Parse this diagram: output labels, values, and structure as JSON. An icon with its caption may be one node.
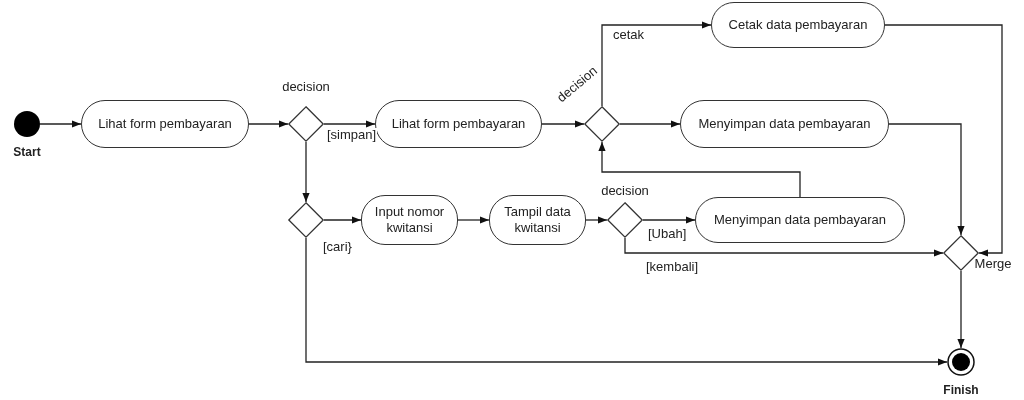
{
  "diagram": {
    "nodes": [
      {
        "text": [],
        "shape": "circle",
        "beside": [
          "Start"
        ]
      },
      {
        "text": [
          "Lihat form pembayaran"
        ]
      },
      {
        "text": [],
        "shape": "diamond",
        "beside": [
          "decision"
        ]
      },
      {
        "text": [
          "Lihat form pembayaran"
        ]
      },
      {
        "text": [],
        "shape": "diamond",
        "beside": [
          "decision"
        ]
      },
      {
        "text": [
          "Cetak data pembayaran"
        ]
      },
      {
        "text": [
          "Menyimpan data pembayaran"
        ]
      },
      {
        "text": [],
        "shape": "diamond"
      },
      {
        "text": [
          "Input nomor kwitansi"
        ]
      },
      {
        "text": [
          "Tampil data kwitansi"
        ]
      },
      {
        "text": [],
        "shape": "diamond",
        "beside": [
          "decision"
        ]
      },
      {
        "text": [
          "Menyimpan data pembayaran"
        ]
      },
      {
        "text": [],
        "shape": "diamond",
        "beside": [
          "Merge"
        ]
      },
      {
        "text": [],
        "shape": "circle",
        "beside": [
          "Finish"
        ]
      }
    ],
    "edges": [
      {
        "from": 0,
        "to": 1,
        "arrow": "to"
      },
      {
        "from": 1,
        "to": 2,
        "arrow": "to"
      },
      {
        "from": 2,
        "to": 3,
        "arrow": "to",
        "label": "[simpan]"
      },
      {
        "from": 2,
        "to": 7,
        "arrow": "to"
      },
      {
        "from": 3,
        "to": 4,
        "arrow": "to"
      },
      {
        "from": 4,
        "to": 5,
        "arrow": "to",
        "label": "cetak"
      },
      {
        "from": 4,
        "to": 6,
        "arrow": "to"
      },
      {
        "from": 7,
        "to": 8,
        "arrow": "to",
        "label": "[cari}"
      },
      {
        "from": 8,
        "to": 9,
        "arrow": "to"
      },
      {
        "from": 9,
        "to": 10,
        "arrow": "to"
      },
      {
        "from": 10,
        "to": 11,
        "arrow": "to",
        "label": "[Ubah]"
      },
      {
        "from": 10,
        "to": 12,
        "arrow": "to",
        "label": "[kembali]"
      },
      {
        "from": 11,
        "to": 4,
        "arrow": "to"
      },
      {
        "from": 6,
        "to": 12,
        "arrow": "to"
      },
      {
        "from": 5,
        "to": 12,
        "arrow": "to"
      },
      {
        "from": 7,
        "to": 13,
        "arrow": "to"
      },
      {
        "from": 12,
        "to": 13,
        "arrow": "to"
      }
    ]
  }
}
